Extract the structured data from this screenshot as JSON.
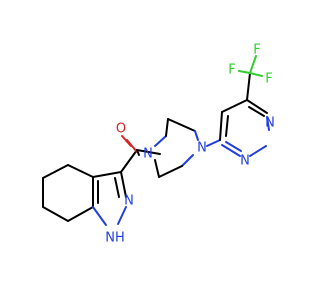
{
  "molecule": {
    "colors": {
      "carbon_bond": "#000000",
      "nitrogen": "#1f3ee0",
      "oxygen": "#d62424",
      "fluorine": "#2fcf2f"
    },
    "atom_labels": {
      "o1": "O",
      "n_piperazine_left": "N",
      "n_piperazine_right": "N",
      "n_pyrimidine_top": "N",
      "n_pyrimidine_bottom": "N",
      "n_indazole": "N",
      "nh_indazole": "NH",
      "f_top": "F",
      "f_left": "F",
      "f_right": "F"
    }
  }
}
